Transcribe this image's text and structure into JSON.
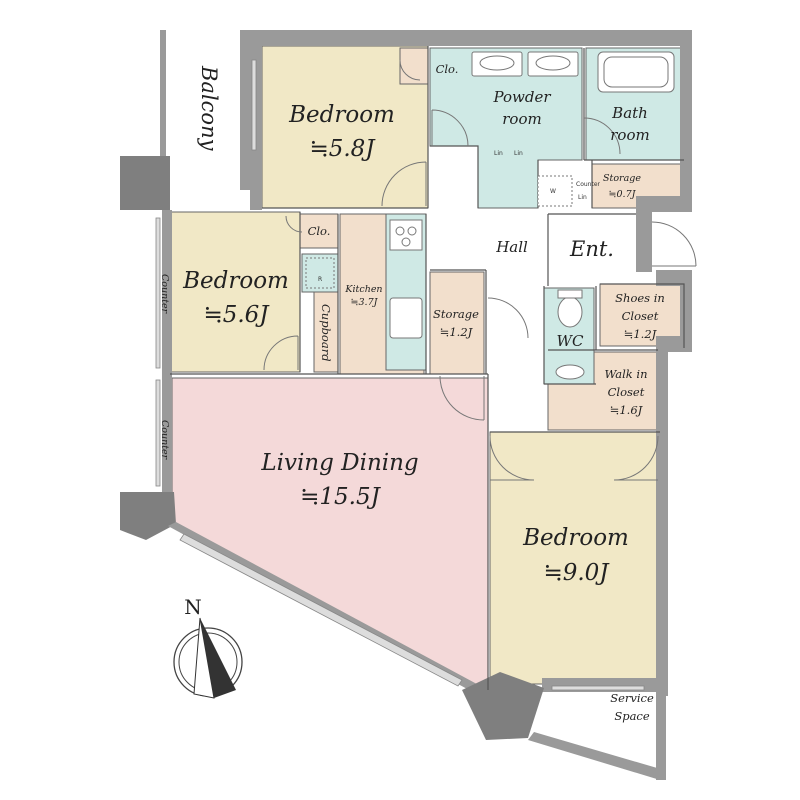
{
  "colors": {
    "bedroom": "#f1e8c6",
    "living": "#f4d9d9",
    "wet": "#cfe9e5",
    "storage": "#f2dfcc",
    "hall": "#ffffff",
    "wall": "#9a9a9a"
  },
  "rooms": {
    "bedroom_top": {
      "name": "Bedroom",
      "size": "≒5.8J"
    },
    "bedroom_left": {
      "name": "Bedroom",
      "size": "≒5.6J"
    },
    "bedroom_main": {
      "name": "Bedroom",
      "size": "≒9.0J"
    },
    "living_dining": {
      "name": "Living Dining",
      "size": "≒15.5J"
    },
    "kitchen": {
      "name": "Kitchen",
      "size": "≒3.7J"
    },
    "powder_room": {
      "line1": "Powder",
      "line2": "room"
    },
    "bath_room": {
      "line1": "Bath",
      "line2": "room"
    },
    "storage_small": {
      "name": "Storage",
      "size": "≒0.7J"
    },
    "storage_hall": {
      "name": "Storage",
      "size": "≒1.2J"
    },
    "shoes_closet": {
      "line1": "Shoes in",
      "line2": "Closet",
      "size": "≒1.2J"
    },
    "walk_in_closet": {
      "line1": "Walk in",
      "line2": "Closet",
      "size": "≒1.6J"
    },
    "hall": "Hall",
    "entrance": "Ent.",
    "wc": "WC",
    "closet_top": "Clo.",
    "closet_left": "Clo.",
    "cupboard": "Cupboard",
    "balcony": "Balcony",
    "counter_1": "Counter",
    "counter_2": "Counter",
    "service_space": {
      "line1": "Service",
      "line2": "Space"
    },
    "lin_1": "Lin",
    "lin_2": "Lin",
    "washer": "W",
    "fridge": "R",
    "counter_small": "Counter",
    "lin_small": "Lin"
  },
  "compass": {
    "label": "N"
  }
}
